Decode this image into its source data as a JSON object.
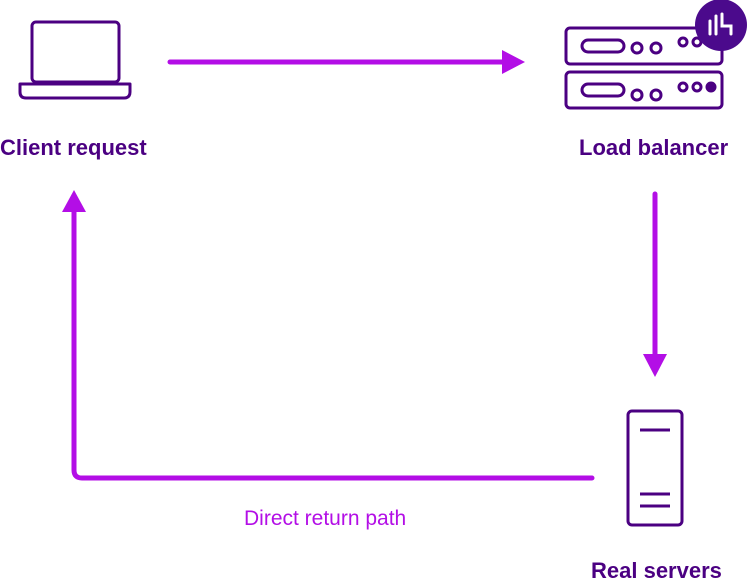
{
  "colors": {
    "primary": "#4b0082",
    "accent": "#b30ee6",
    "badge_bg": "#4b0a8c",
    "background": "#ffffff"
  },
  "nodes": {
    "client": {
      "label": "Client request",
      "icon": "laptop-icon"
    },
    "load_balancer": {
      "label": "Load balancer",
      "icon": "server-rack-icon",
      "badge_icon": "brand-logo-icon"
    },
    "real_servers": {
      "label": "Real servers",
      "icon": "server-tower-icon"
    }
  },
  "edges": [
    {
      "from": "client",
      "to": "load_balancer",
      "label": ""
    },
    {
      "from": "load_balancer",
      "to": "real_servers",
      "label": ""
    },
    {
      "from": "real_servers",
      "to": "client",
      "label": "Direct return path"
    }
  ]
}
